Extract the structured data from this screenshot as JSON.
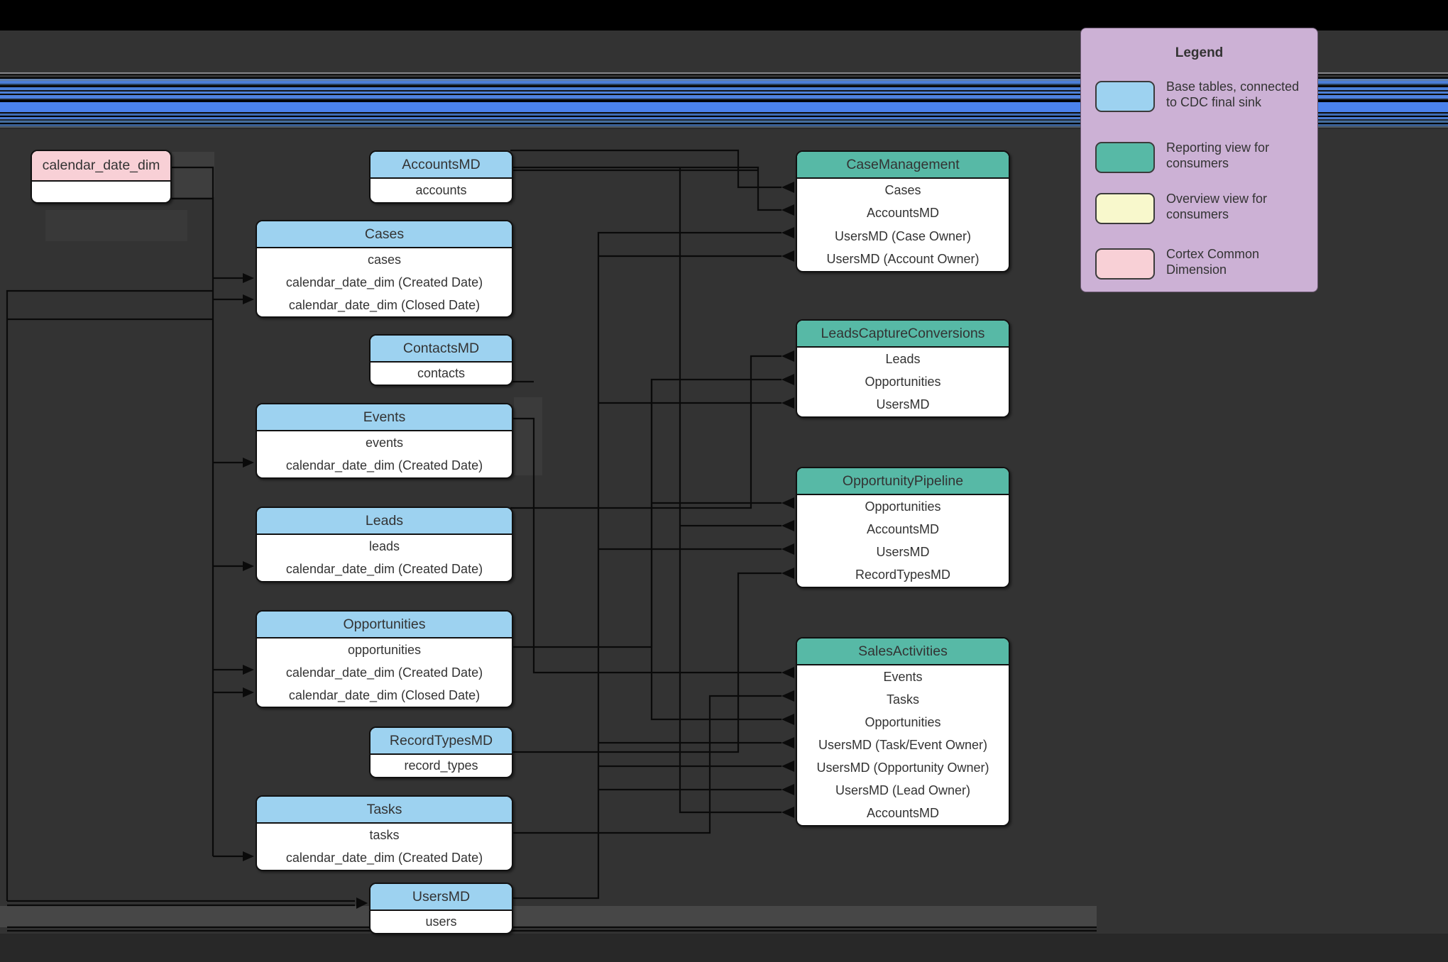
{
  "legend": {
    "title": "Legend",
    "items": [
      {
        "swatch": "#9dd2f0",
        "label": "Base tables, connected to CDC final sink"
      },
      {
        "swatch": "#57b9a6",
        "label": "Reporting view for consumers"
      },
      {
        "swatch": "#f8f8cc",
        "label": "Overview view for consumers"
      },
      {
        "swatch": "#f8d0d6",
        "label": "Cortex Common Dimension"
      }
    ]
  },
  "logo": {
    "name": "google-cloud-logo"
  },
  "colors": {
    "base_table_header": "#9dd2f0",
    "reporting_view_header": "#57b9a6",
    "overview_view_header": "#f8f8cc",
    "common_dimension_header": "#f8d0d6",
    "canvas_background": "#333333",
    "legend_background": "#ccb1d5",
    "stripe_accent": "#4b82ec"
  },
  "tables": {
    "calendar_date_dim": {
      "title": "calendar_date_dim",
      "rows": []
    },
    "accounts_md": {
      "title": "AccountsMD",
      "rows": [
        "accounts"
      ]
    },
    "cases": {
      "title": "Cases",
      "rows": [
        "cases",
        "calendar_date_dim (Created Date)",
        "calendar_date_dim (Closed Date)"
      ]
    },
    "contacts_md": {
      "title": "ContactsMD",
      "rows": [
        "contacts"
      ]
    },
    "events": {
      "title": "Events",
      "rows": [
        "events",
        "calendar_date_dim (Created Date)"
      ]
    },
    "leads": {
      "title": "Leads",
      "rows": [
        "leads",
        "calendar_date_dim (Created Date)"
      ]
    },
    "opportunities": {
      "title": "Opportunities",
      "rows": [
        "opportunities",
        "calendar_date_dim (Created Date)",
        "calendar_date_dim (Closed Date)"
      ]
    },
    "record_types_md": {
      "title": "RecordTypesMD",
      "rows": [
        "record_types"
      ]
    },
    "tasks": {
      "title": "Tasks",
      "rows": [
        "tasks",
        "calendar_date_dim (Created Date)"
      ]
    },
    "users_md": {
      "title": "UsersMD",
      "rows": [
        "users"
      ]
    }
  },
  "views": {
    "case_management": {
      "title": "CaseManagement",
      "rows": [
        "Cases",
        "AccountsMD",
        "UsersMD (Case Owner)",
        "UsersMD (Account Owner)"
      ]
    },
    "leads_capture_conversions": {
      "title": "LeadsCaptureConversions",
      "rows": [
        "Leads",
        "Opportunities",
        "UsersMD"
      ]
    },
    "opportunity_pipeline": {
      "title": "OpportunityPipeline",
      "rows": [
        "Opportunities",
        "AccountsMD",
        "UsersMD",
        "RecordTypesMD"
      ]
    },
    "sales_activities": {
      "title": "SalesActivities",
      "rows": [
        "Events",
        "Tasks",
        "Opportunities",
        "UsersMD (Task/Event Owner)",
        "UsersMD (Opportunity Owner)",
        "UsersMD (Lead Owner)",
        "AccountsMD"
      ]
    }
  }
}
